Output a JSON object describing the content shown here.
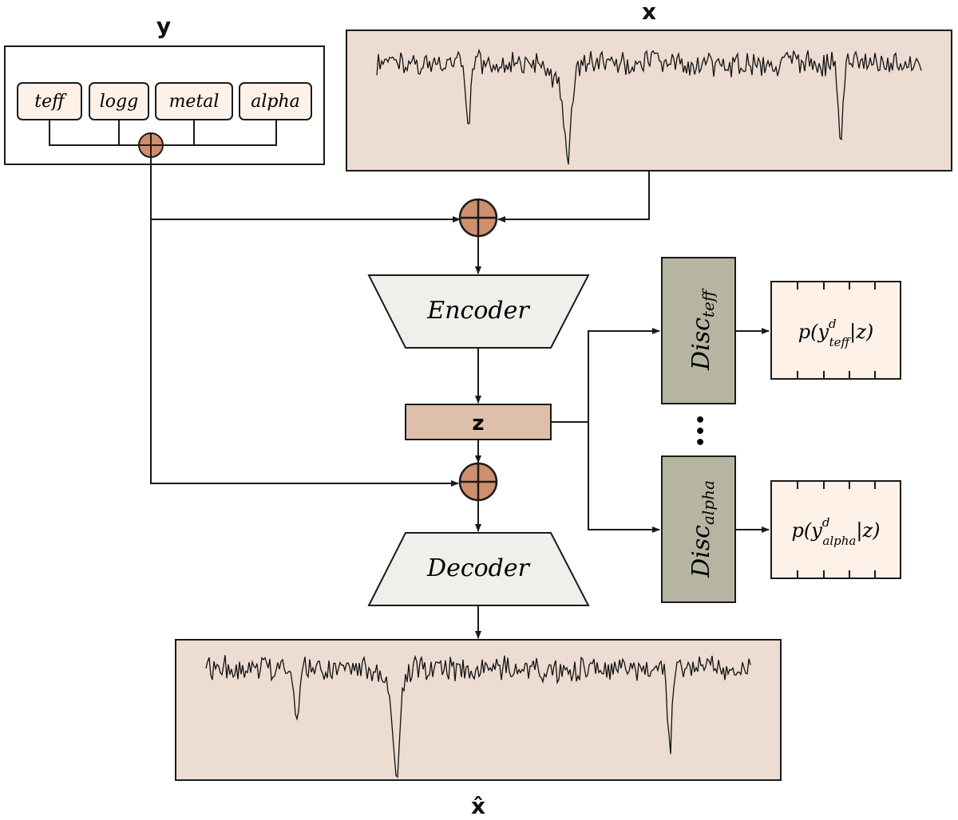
{
  "labels": {
    "y": "y",
    "x": "x",
    "x_hat": "x̂",
    "z": "z",
    "encoder": "Encoder",
    "decoder": "Decoder"
  },
  "conditions": [
    "teff",
    "logg",
    "metal",
    "alpha"
  ],
  "discriminators": [
    {
      "base": "Disc",
      "sub": "teff",
      "output_base": "p(y",
      "output_sup": "d",
      "output_sub": "teff",
      "output_tail": "|z)"
    },
    {
      "base": "Disc",
      "sub": "alpha",
      "output_base": "p(y",
      "output_sup": "d",
      "output_sub": "alpha",
      "output_tail": "|z)"
    }
  ],
  "ellipsis": "•••",
  "colors": {
    "spectrum_bg": "#ecdcd2",
    "cond_bg": "#fdf1e8",
    "z_bg": "#ddbfaa",
    "plus_bg": "#cf8f6e",
    "trap_bg": "#efefeb",
    "disc_bg": "#b6b5a2",
    "prob_bg": "#fdf1e8",
    "stroke": "#1a1a1a"
  },
  "icons": [
    "concat-plus-icon",
    "arrow-icon"
  ]
}
